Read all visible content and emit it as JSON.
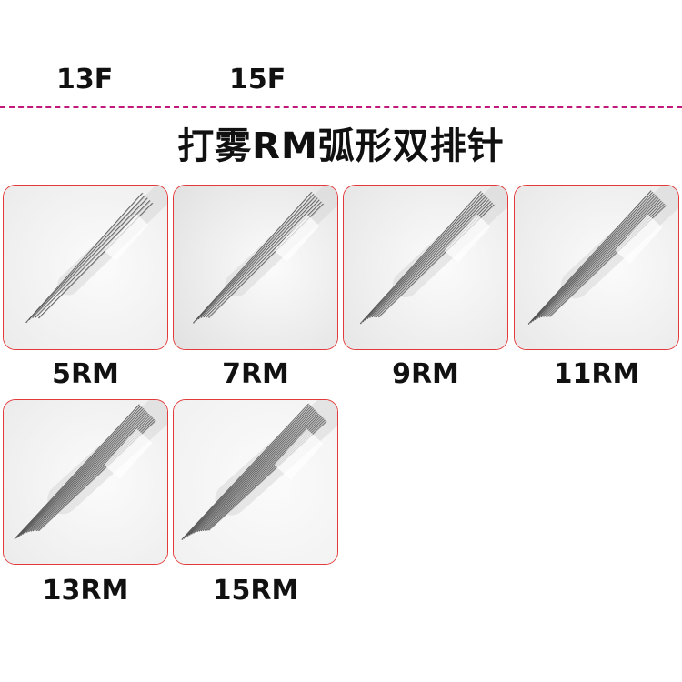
{
  "top_labels": [
    "13F",
    "15F"
  ],
  "title": "打雾RM弧形双排针",
  "products": [
    {
      "label": "5RM",
      "needles": 5
    },
    {
      "label": "7RM",
      "needles": 7
    },
    {
      "label": "9RM",
      "needles": 9
    },
    {
      "label": "11RM",
      "needles": 11
    },
    {
      "label": "13RM",
      "needles": 13
    },
    {
      "label": "15RM",
      "needles": 15
    }
  ],
  "colors": {
    "card_border": "#e23a3a",
    "divider": "#c2187a",
    "text": "#111111"
  }
}
